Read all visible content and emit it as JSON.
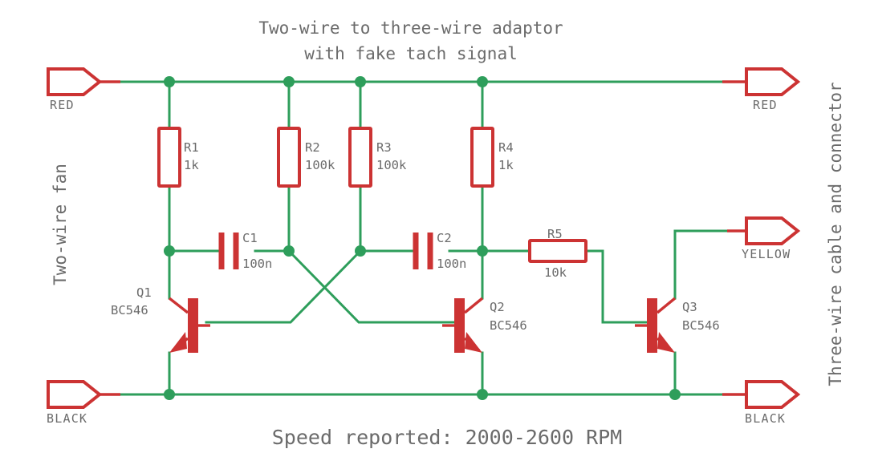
{
  "diagram": {
    "title_line1": "Two-wire to three-wire adaptor",
    "title_line2": "with fake tach signal",
    "caption": "Speed reported: 2000-2600 RPM",
    "side_label_left": "Two-wire fan",
    "side_label_right": "Three-wire cable and connector",
    "colors": {
      "wire": "#2e9e5b",
      "component": "#cc3333",
      "text": "#666666",
      "background": "#ffffff"
    }
  },
  "connectors": [
    {
      "id": "conn-red-left",
      "label": "RED",
      "side": "left"
    },
    {
      "id": "conn-black-left",
      "label": "BLACK",
      "side": "left"
    },
    {
      "id": "conn-red-right",
      "label": "RED",
      "side": "right"
    },
    {
      "id": "conn-yellow-right",
      "label": "YELLOW",
      "side": "right"
    },
    {
      "id": "conn-black-right",
      "label": "BLACK",
      "side": "right"
    }
  ],
  "resistors": [
    {
      "ref": "R1",
      "value": "1k",
      "orientation": "vertical"
    },
    {
      "ref": "R2",
      "value": "100k",
      "orientation": "vertical"
    },
    {
      "ref": "R3",
      "value": "100k",
      "orientation": "vertical"
    },
    {
      "ref": "R4",
      "value": "1k",
      "orientation": "vertical"
    },
    {
      "ref": "R5",
      "value": "10k",
      "orientation": "horizontal"
    }
  ],
  "capacitors": [
    {
      "ref": "C1",
      "value": "100n"
    },
    {
      "ref": "C2",
      "value": "100n"
    }
  ],
  "transistors": [
    {
      "ref": "Q1",
      "value": "BC546",
      "type": "npn"
    },
    {
      "ref": "Q2",
      "value": "BC546",
      "type": "npn"
    },
    {
      "ref": "Q3",
      "value": "BC546",
      "type": "npn"
    }
  ]
}
